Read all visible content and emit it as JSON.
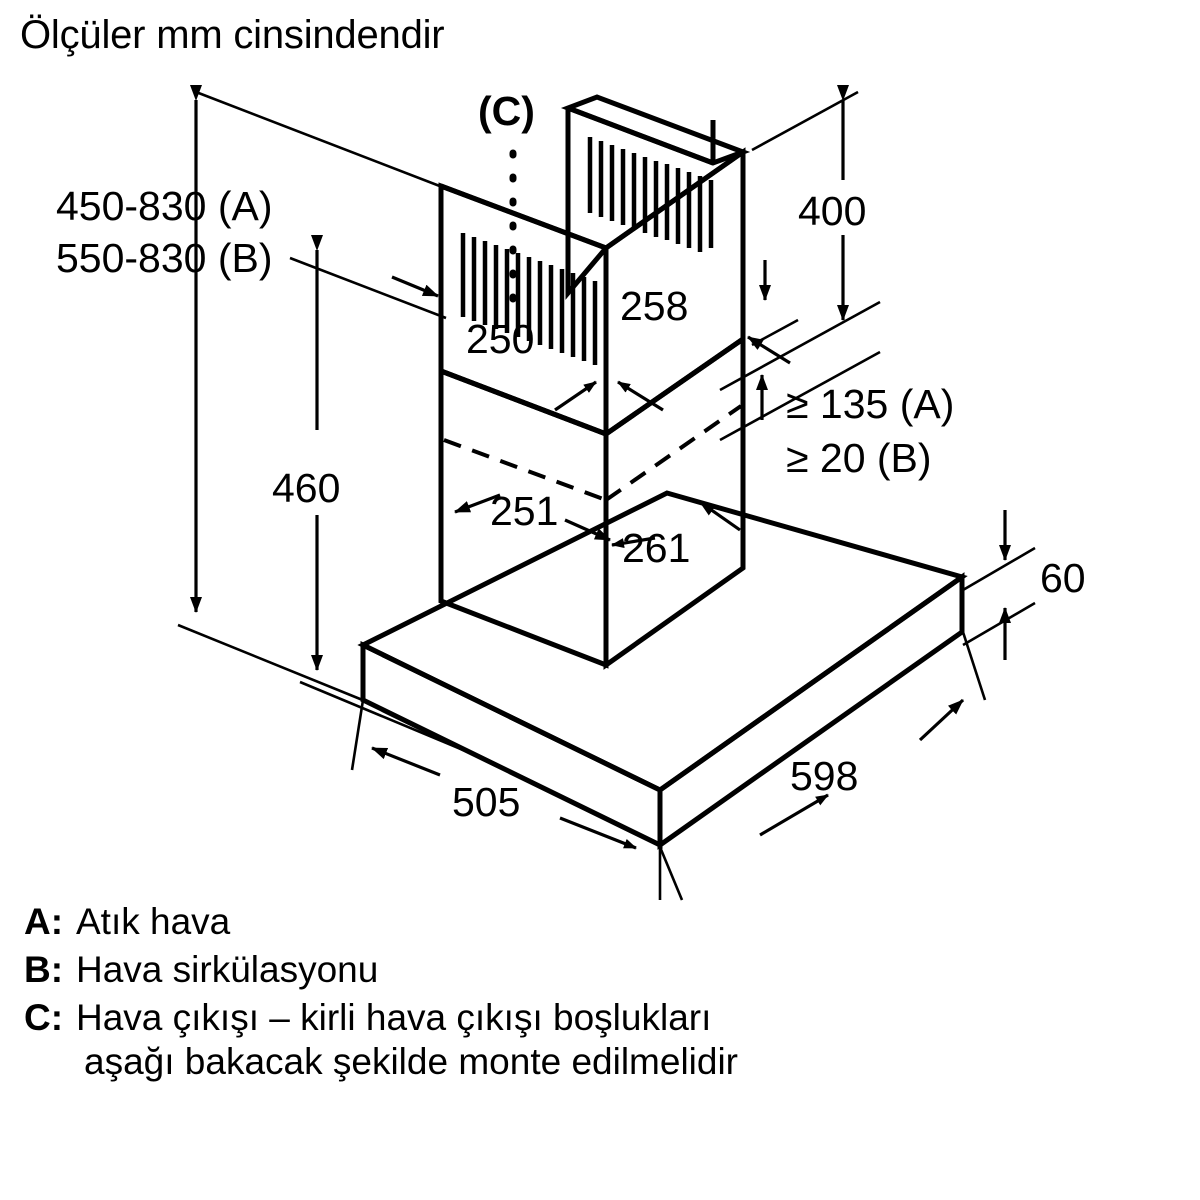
{
  "title": "Ölçüler mm cinsindendir",
  "units": "mm",
  "diagram": {
    "type": "technical-dimension-drawing",
    "subject": "wall-mounted-chimney-cooker-hood",
    "projection": "isometric",
    "dimensions": {
      "height_range_a": "450-830 (A)",
      "height_range_b": "550-830 (B)",
      "chimney_upper_front_width": "250",
      "chimney_upper_side_depth": "258",
      "chimney_lower_front_width": "251",
      "chimney_lower_side_depth": "261",
      "canopy_to_chimney_height": "460",
      "upper_chimney_height": "400",
      "clearance_a": "≥ 135 (A)",
      "clearance_b": "≥ 20 (B)",
      "canopy_thickness": "60",
      "canopy_depth": "505",
      "canopy_width": "598"
    },
    "callouts": {
      "air_outlet_marker": "(C)"
    }
  },
  "legend": [
    {
      "key": "A:",
      "text": "Atık hava",
      "cont": ""
    },
    {
      "key": "B:",
      "text": "Hava sirkülasyonu",
      "cont": ""
    },
    {
      "key": "C:",
      "text": "Hava çıkışı – kirli hava çıkışı boşlukları",
      "cont": "aşağı bakacak şekilde monte edilmelidir"
    }
  ],
  "colors": {
    "line": "#000000",
    "background": "#ffffff"
  }
}
